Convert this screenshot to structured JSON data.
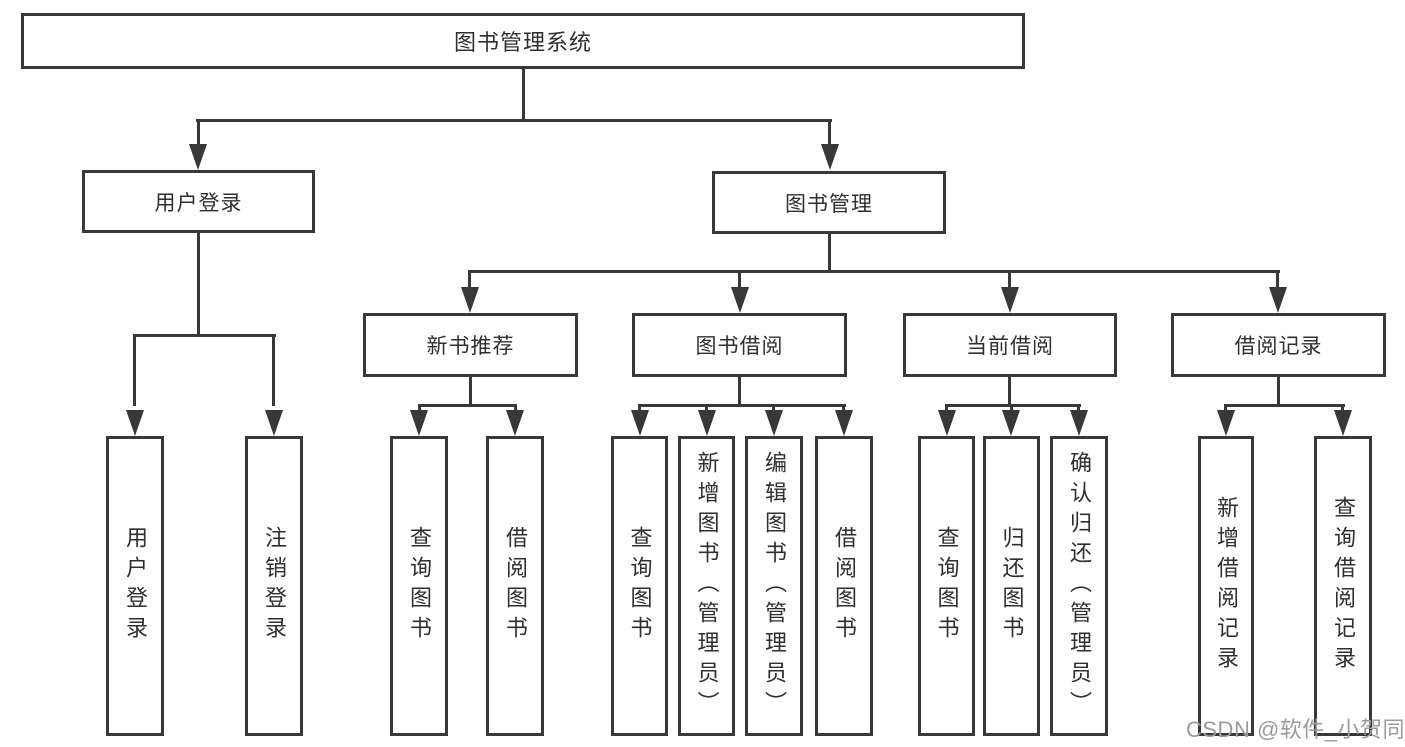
{
  "diagram": {
    "title": "图书管理系统",
    "watermark": "CSDN @软件_小贺同学",
    "colors": {
      "line": "#383838",
      "border": "#383838",
      "text": "#2f2f2f",
      "background": "#ffffff",
      "watermark": "#9b9b9b"
    },
    "nodes": {
      "root": {
        "label": "图书管理系统"
      },
      "user_login": {
        "label": "用户登录"
      },
      "book_mgmt": {
        "label": "图书管理"
      },
      "new_book": {
        "label": "新书推荐"
      },
      "book_borrow": {
        "label": "图书借阅"
      },
      "current_borrow": {
        "label": "当前借阅"
      },
      "borrow_record": {
        "label": "借阅记录"
      },
      "leaf_user_login": {
        "label": "用户登录"
      },
      "leaf_logout": {
        "label": "注销登录"
      },
      "leaf_nb_query": {
        "label": "查询图书"
      },
      "leaf_nb_borrow": {
        "label": "借阅图书"
      },
      "leaf_bb_query": {
        "label": "查询图书"
      },
      "leaf_bb_add": {
        "label": "新增图书（管理员）"
      },
      "leaf_bb_edit": {
        "label": "编辑图书（管理员）"
      },
      "leaf_bb_borrow": {
        "label": "借阅图书"
      },
      "leaf_cb_query": {
        "label": "查询图书"
      },
      "leaf_cb_return": {
        "label": "归还图书"
      },
      "leaf_cb_confirm": {
        "label": "确认归还（管理员）"
      },
      "leaf_br_add": {
        "label": "新增借阅记录"
      },
      "leaf_br_query": {
        "label": "查询借阅记录"
      }
    },
    "hierarchy": {
      "图书管理系统": {
        "用户登录": [
          "用户登录",
          "注销登录"
        ],
        "图书管理": {
          "新书推荐": [
            "查询图书",
            "借阅图书"
          ],
          "图书借阅": [
            "查询图书",
            "新增图书（管理员）",
            "编辑图书（管理员）",
            "借阅图书"
          ],
          "当前借阅": [
            "查询图书",
            "归还图书",
            "确认归还（管理员）"
          ],
          "借阅记录": [
            "新增借阅记录",
            "查询借阅记录"
          ]
        }
      }
    }
  }
}
